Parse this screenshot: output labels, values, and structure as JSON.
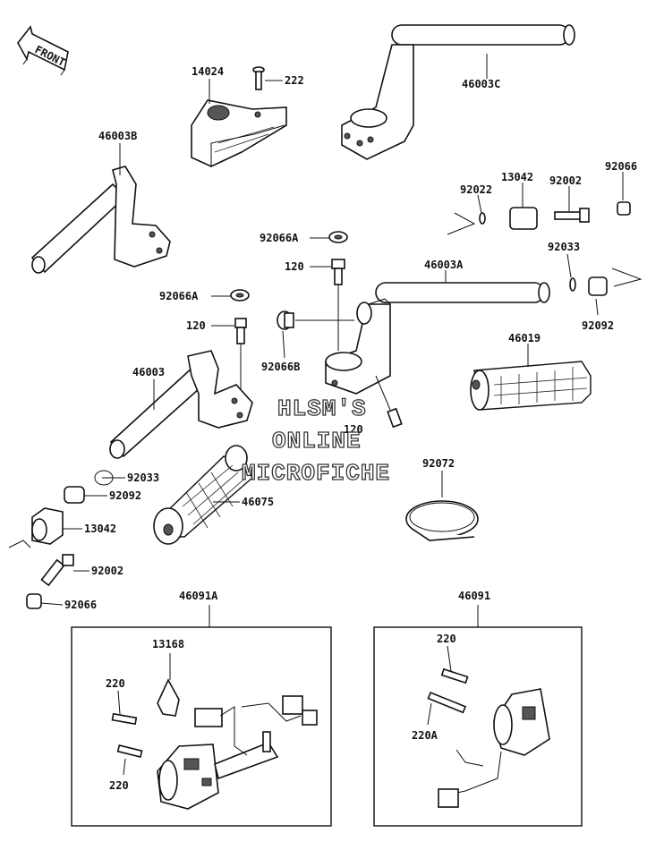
{
  "diagram": {
    "front_label": "FRONT",
    "watermark": [
      "HLSM'S",
      "ONLINE",
      "MICROFICHE"
    ],
    "parts": {
      "p14024": "14024",
      "p222": "222",
      "p46003C": "46003C",
      "p46003B": "46003B",
      "p92022": "92022",
      "p13042_top": "13042",
      "p92002_top": "92002",
      "p92066_top": "92066",
      "p92066A_top": "92066A",
      "p120_top": "120",
      "p46003A": "46003A",
      "p92033_right": "92033",
      "p92066A_left": "92066A",
      "p120_left": "120",
      "p92092_right": "92092",
      "p92066B": "92066B",
      "p46019": "46019",
      "p46003": "46003",
      "p120_mid": "120",
      "p92072": "92072",
      "p92033_left": "92033",
      "p92092_left": "92092",
      "p46075": "46075",
      "p13042_left": "13042",
      "p92002_left": "92002",
      "p92066_left": "92066",
      "p46091A": "46091A",
      "p46091": "46091",
      "p13168": "13168",
      "p220_a": "220",
      "p220_b": "220",
      "p220_c": "220",
      "p220A": "220A"
    }
  }
}
